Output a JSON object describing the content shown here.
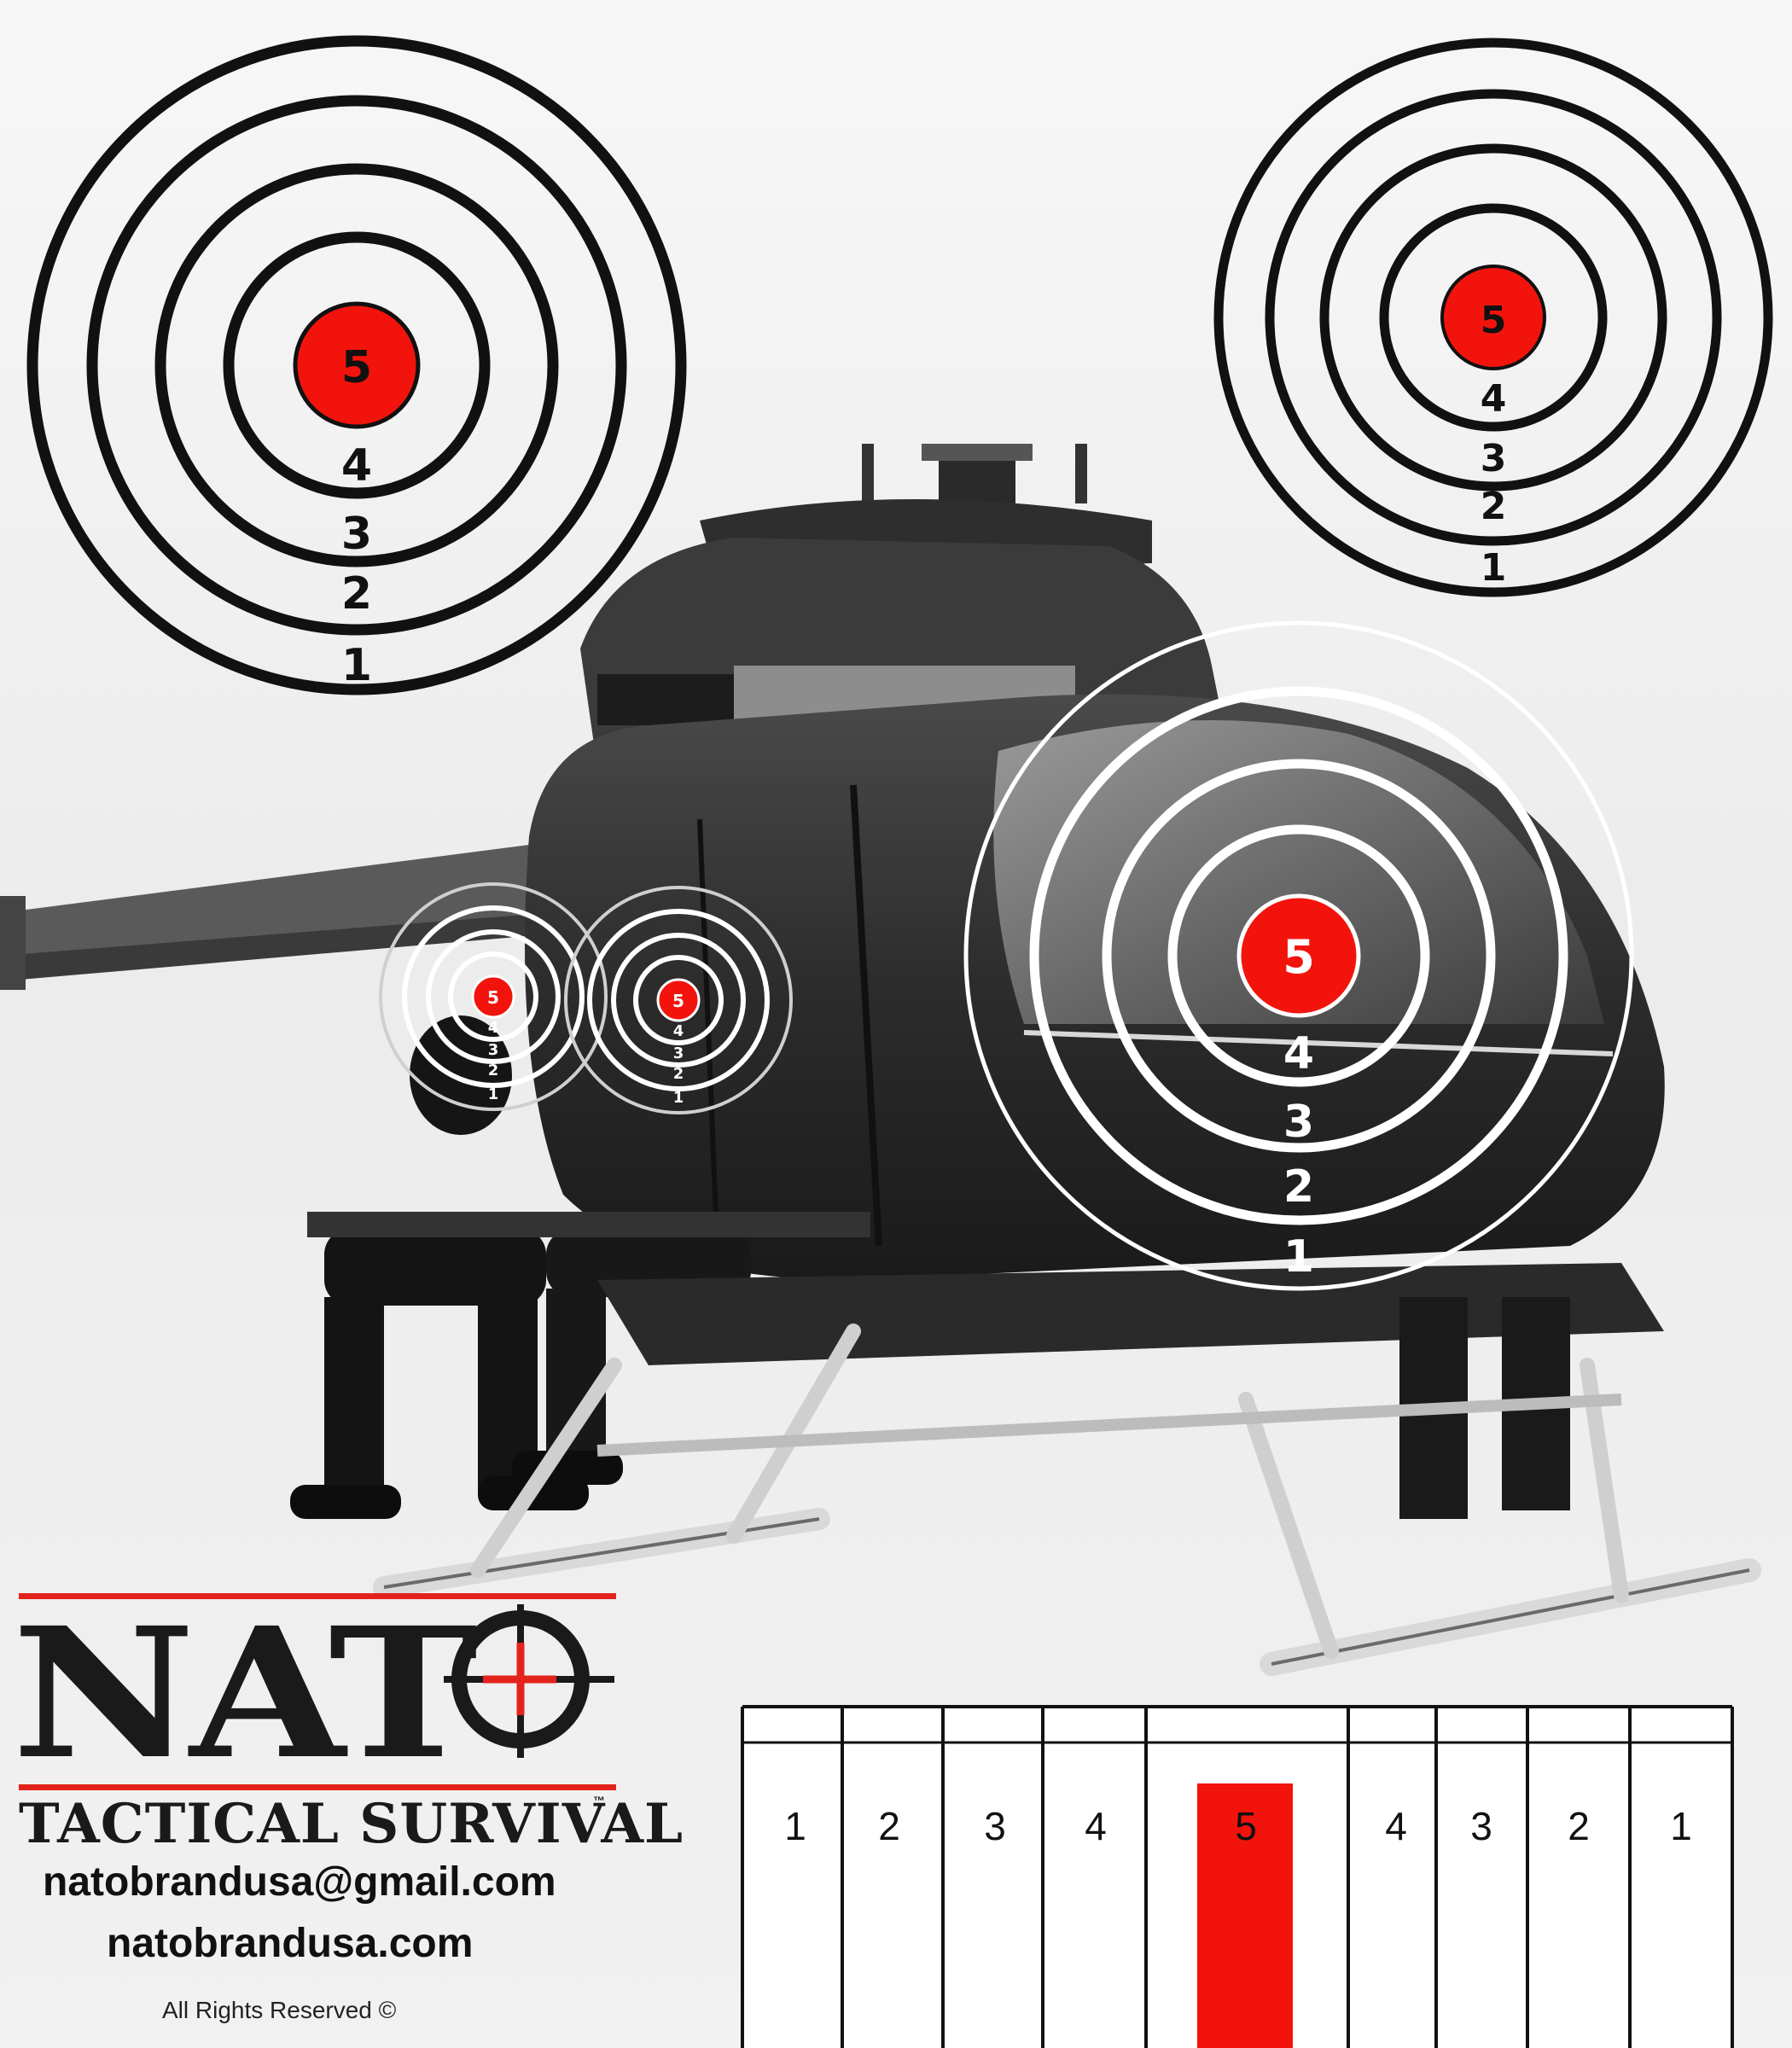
{
  "brand": {
    "logo_text": "NAT",
    "tagline": "TACTICAL SURVIVAL",
    "trademark": "™",
    "email": "natobrandusa@gmail.com",
    "website": "natobrandusa.com",
    "rights": "All Rights Reserved ©",
    "accent_color": "#e3231b"
  },
  "targets": {
    "top_left": {
      "bullseye": "5",
      "rings": [
        "4",
        "3",
        "2",
        "1"
      ]
    },
    "top_right": {
      "bullseye": "5",
      "rings": [
        "4",
        "3",
        "2",
        "1"
      ]
    },
    "cockpit": {
      "bullseye": "5",
      "rings": [
        "4",
        "3",
        "2",
        "1"
      ]
    },
    "small_left": {
      "bullseye": "5",
      "rings": [
        "4",
        "3",
        "2",
        "1"
      ]
    },
    "small_right": {
      "bullseye": "5",
      "rings": [
        "4",
        "3",
        "2",
        "1"
      ]
    }
  },
  "score_bar": {
    "labels": [
      "1",
      "2",
      "3",
      "4",
      "5",
      "4",
      "3",
      "2",
      "1"
    ],
    "highlight_label": "5",
    "highlight_color": "#f2140c"
  },
  "colors": {
    "bullseye": "#f2140c",
    "ring": "#111111",
    "helicopter": "#2a2a2a"
  },
  "icons": [
    "crosshair-icon",
    "helicopter-image"
  ]
}
